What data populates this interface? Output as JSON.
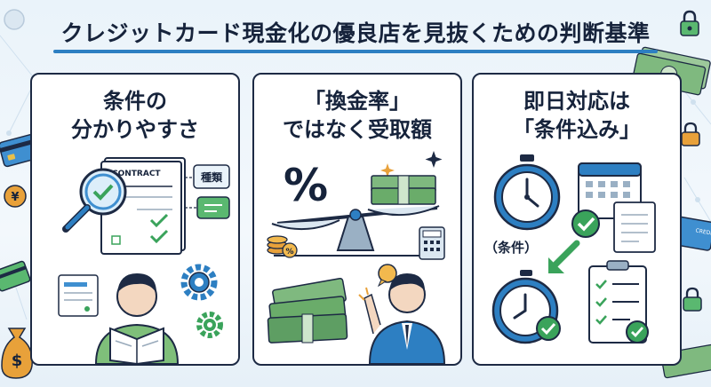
{
  "title": "クレジットカード現金化の優良店を見抜くための判断基準",
  "cards": [
    {
      "line1": "条件の",
      "line2": "分かりやすさ",
      "contract_label": "CONTRACT",
      "tag_label": "種類"
    },
    {
      "line1": "「換金率」",
      "line2": "ではなく受取額",
      "percent_symbol": "%",
      "coin_percent": "%"
    },
    {
      "line1": "即日対応は",
      "line2": "「条件込み」",
      "condition_label": "（条件）"
    }
  ],
  "decor": {
    "credit_label": "CREDIT",
    "dollar_symbol": "$",
    "yen_symbol": "¥"
  },
  "colors": {
    "navy": "#1d2a44",
    "blue": "#2d7fc2",
    "green": "#3aa35b",
    "light_green": "#8fd0a0",
    "money_green": "#5e9e63",
    "orange": "#e8a13a"
  }
}
